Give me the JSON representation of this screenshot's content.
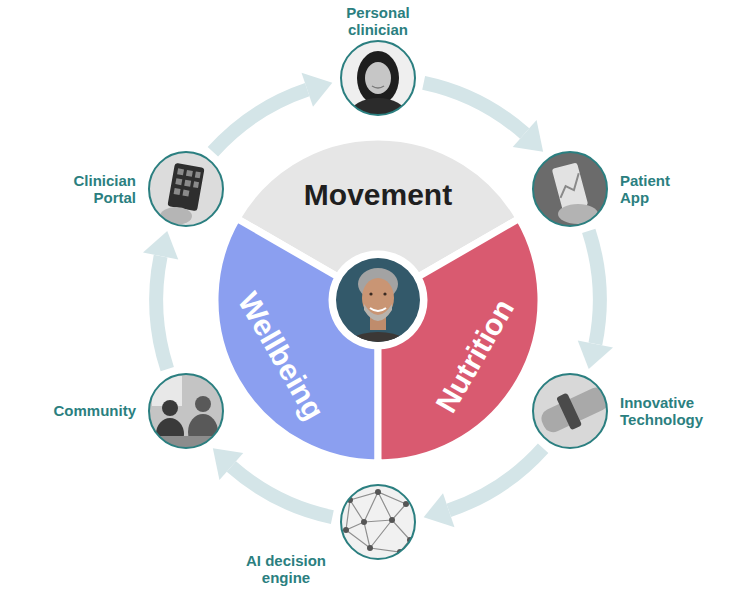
{
  "diagram": {
    "nodes": [
      {
        "text": [
          "Personal clinician"
        ]
      },
      {
        "text": [
          "Patient App"
        ]
      },
      {
        "text": [
          "Innovative Technology"
        ]
      },
      {
        "text": [
          "AI decision engine"
        ]
      },
      {
        "text": [
          "Community"
        ]
      },
      {
        "text": [
          "Clinician Portal"
        ]
      },
      {
        "text": [
          "Movement"
        ]
      },
      {
        "text": [
          "Wellbeing"
        ]
      },
      {
        "text": [
          "Nutrition"
        ]
      }
    ],
    "edges": [
      {
        "from": 0,
        "to": 1,
        "arrow": "to"
      },
      {
        "from": 1,
        "to": 2,
        "arrow": "to"
      },
      {
        "from": 2,
        "to": 3,
        "arrow": "to"
      },
      {
        "from": 3,
        "to": 4,
        "arrow": "to"
      },
      {
        "from": 4,
        "to": 5,
        "arrow": "to"
      },
      {
        "from": 5,
        "to": 0,
        "arrow": "to"
      }
    ]
  }
}
